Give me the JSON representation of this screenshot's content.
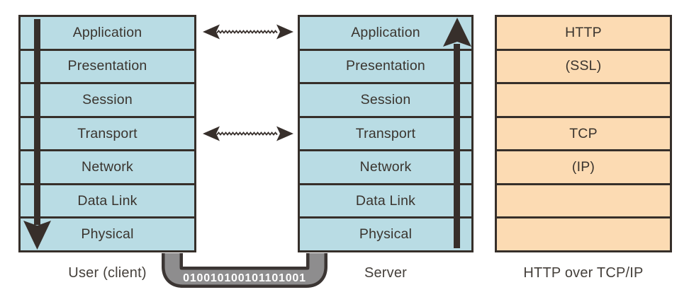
{
  "diagram": {
    "osi_layers": [
      "Application",
      "Presentation",
      "Session",
      "Transport",
      "Network",
      "Data Link",
      "Physical"
    ],
    "client_caption": "User (client)",
    "server_caption": "Server",
    "protocol_rows": [
      "HTTP",
      "(SSL)",
      "",
      "TCP",
      "(IP)",
      "",
      ""
    ],
    "protocol_caption": "HTTP over TCP/IP",
    "cable_binary": "010010100101101001",
    "icons": {
      "client_arrow": "down-arrow-icon",
      "server_arrow": "up-arrow-icon",
      "peer_links": "double-headed-dashed-arrow-icon",
      "cable": "network-cable"
    },
    "colors": {
      "layer_fill": "#b9dce4",
      "protocol_fill": "#fcdbb3",
      "stroke_dark": "#362f2a",
      "arrow_dark": "#372f2b",
      "cable_outline": "#3b3533",
      "cable_fill": "#8e8d8e",
      "binary_text": "#ffffff",
      "label_text": "#45403b"
    }
  }
}
